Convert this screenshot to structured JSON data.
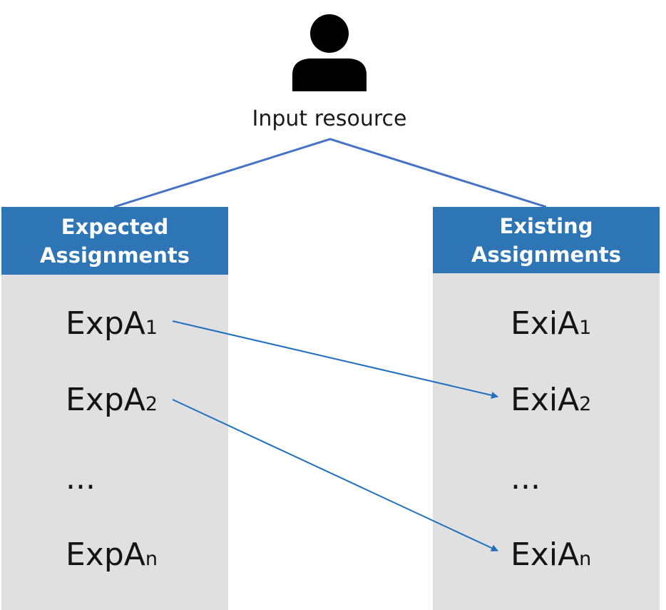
{
  "input": {
    "label": "Input resource",
    "icon": "person-icon"
  },
  "columns": {
    "expected": {
      "title_line1": "Expected",
      "title_line2": "Assignments",
      "items": [
        {
          "base": "ExpA",
          "sub": "1"
        },
        {
          "base": "ExpA",
          "sub": "2"
        },
        {
          "base": "...",
          "sub": ""
        },
        {
          "base": "ExpA",
          "sub": "n"
        }
      ]
    },
    "existing": {
      "title_line1": "Existing",
      "title_line2": "Assignments",
      "items": [
        {
          "base": "ExiA",
          "sub": "1"
        },
        {
          "base": "ExiA",
          "sub": "2"
        },
        {
          "base": "...",
          "sub": ""
        },
        {
          "base": "ExiA",
          "sub": "n"
        }
      ]
    }
  },
  "mappings": [
    {
      "from": "ExpA1",
      "to": "ExiA2"
    },
    {
      "from": "ExpA2",
      "to": "ExiAn"
    }
  ],
  "colors": {
    "header_bg": "#2e75b6",
    "column_bg": "#e0e0e0",
    "connector": "#4472c4",
    "arrow": "#1f6fc0"
  }
}
